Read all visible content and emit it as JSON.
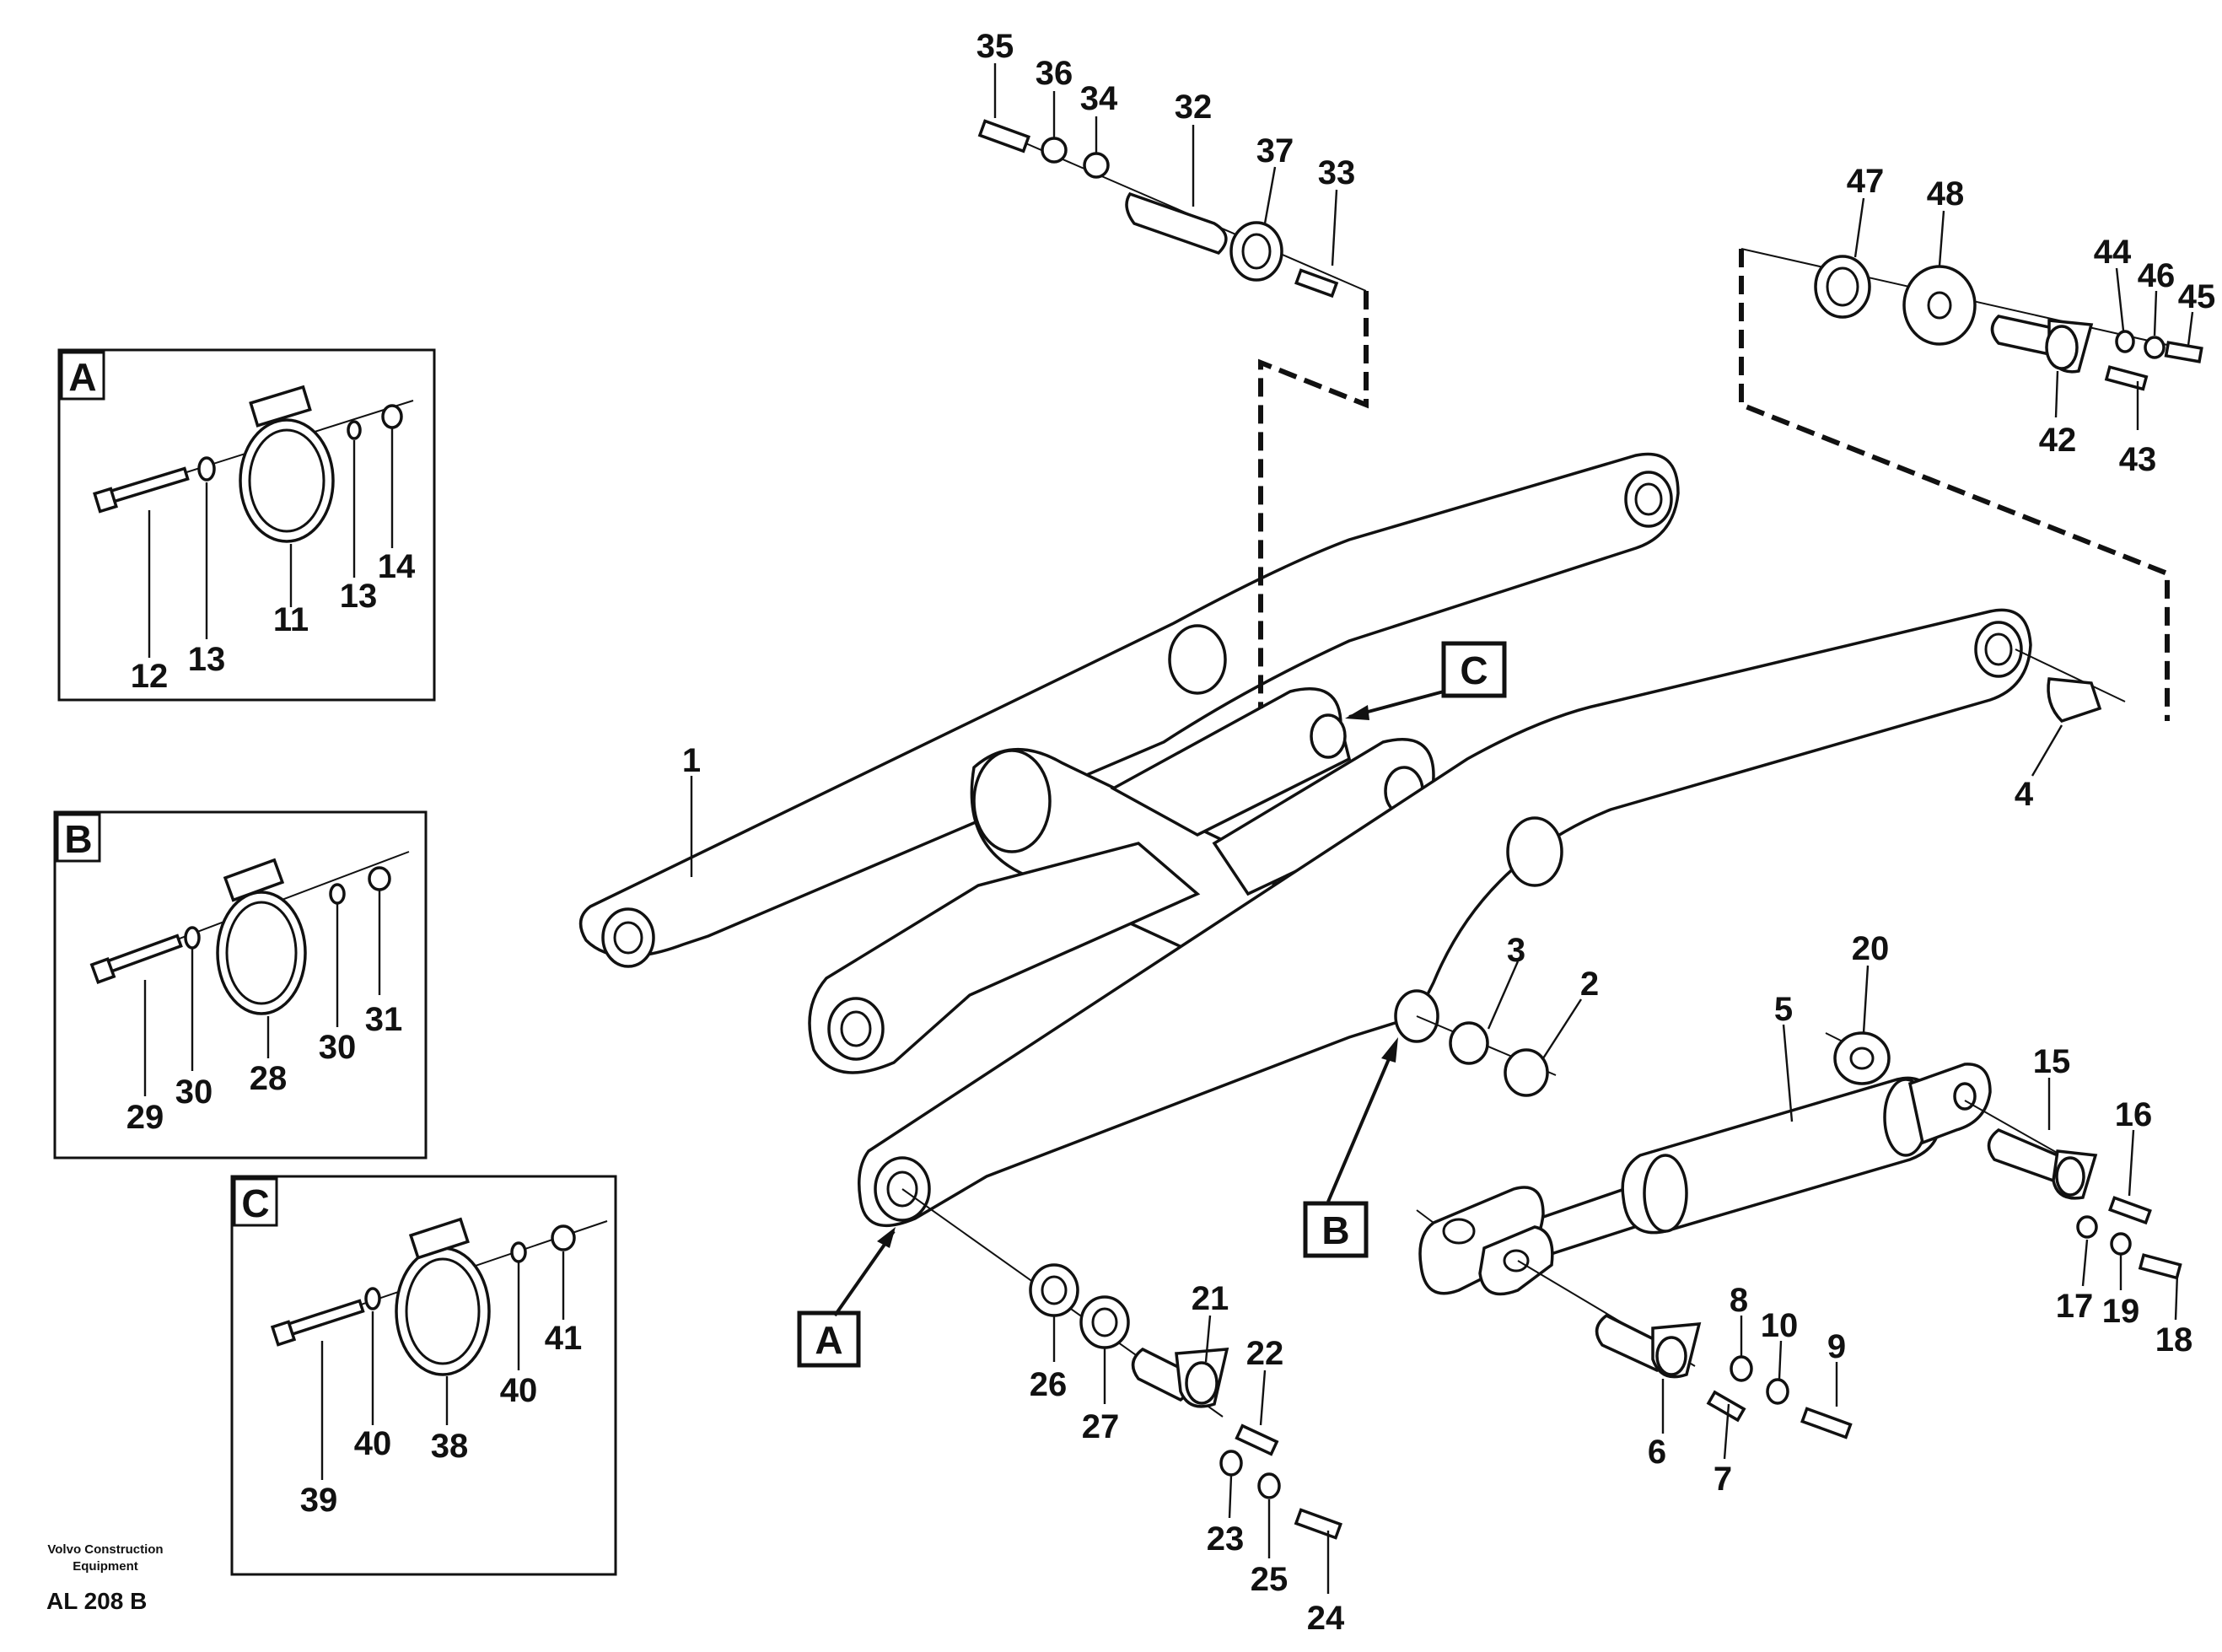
{
  "callouts": [
    "1",
    "2",
    "3",
    "4",
    "5",
    "6",
    "7",
    "8",
    "9",
    "10",
    "11",
    "12",
    "13",
    "14",
    "15",
    "16",
    "17",
    "18",
    "19",
    "20",
    "21",
    "22",
    "23",
    "24",
    "25",
    "26",
    "27",
    "28",
    "29",
    "30",
    "31",
    "32",
    "33",
    "34",
    "35",
    "36",
    "37",
    "38",
    "39",
    "40",
    "41",
    "42",
    "43",
    "44",
    "45",
    "46",
    "47",
    "48"
  ],
  "detail_boxes": {
    "A": {
      "label": "A",
      "callouts": [
        "12",
        "13",
        "11",
        "13",
        "14"
      ]
    },
    "B": {
      "label": "B",
      "callouts": [
        "29",
        "30",
        "28",
        "30",
        "31"
      ]
    },
    "C": {
      "label": "C",
      "callouts": [
        "39",
        "40",
        "38",
        "40",
        "41"
      ]
    }
  },
  "position_markers": {
    "A": "A",
    "B": "B",
    "C": "C"
  },
  "footer": {
    "company_line1": "Volvo Construction",
    "company_line2": "Equipment",
    "drawing_code": "AL 208 B"
  }
}
